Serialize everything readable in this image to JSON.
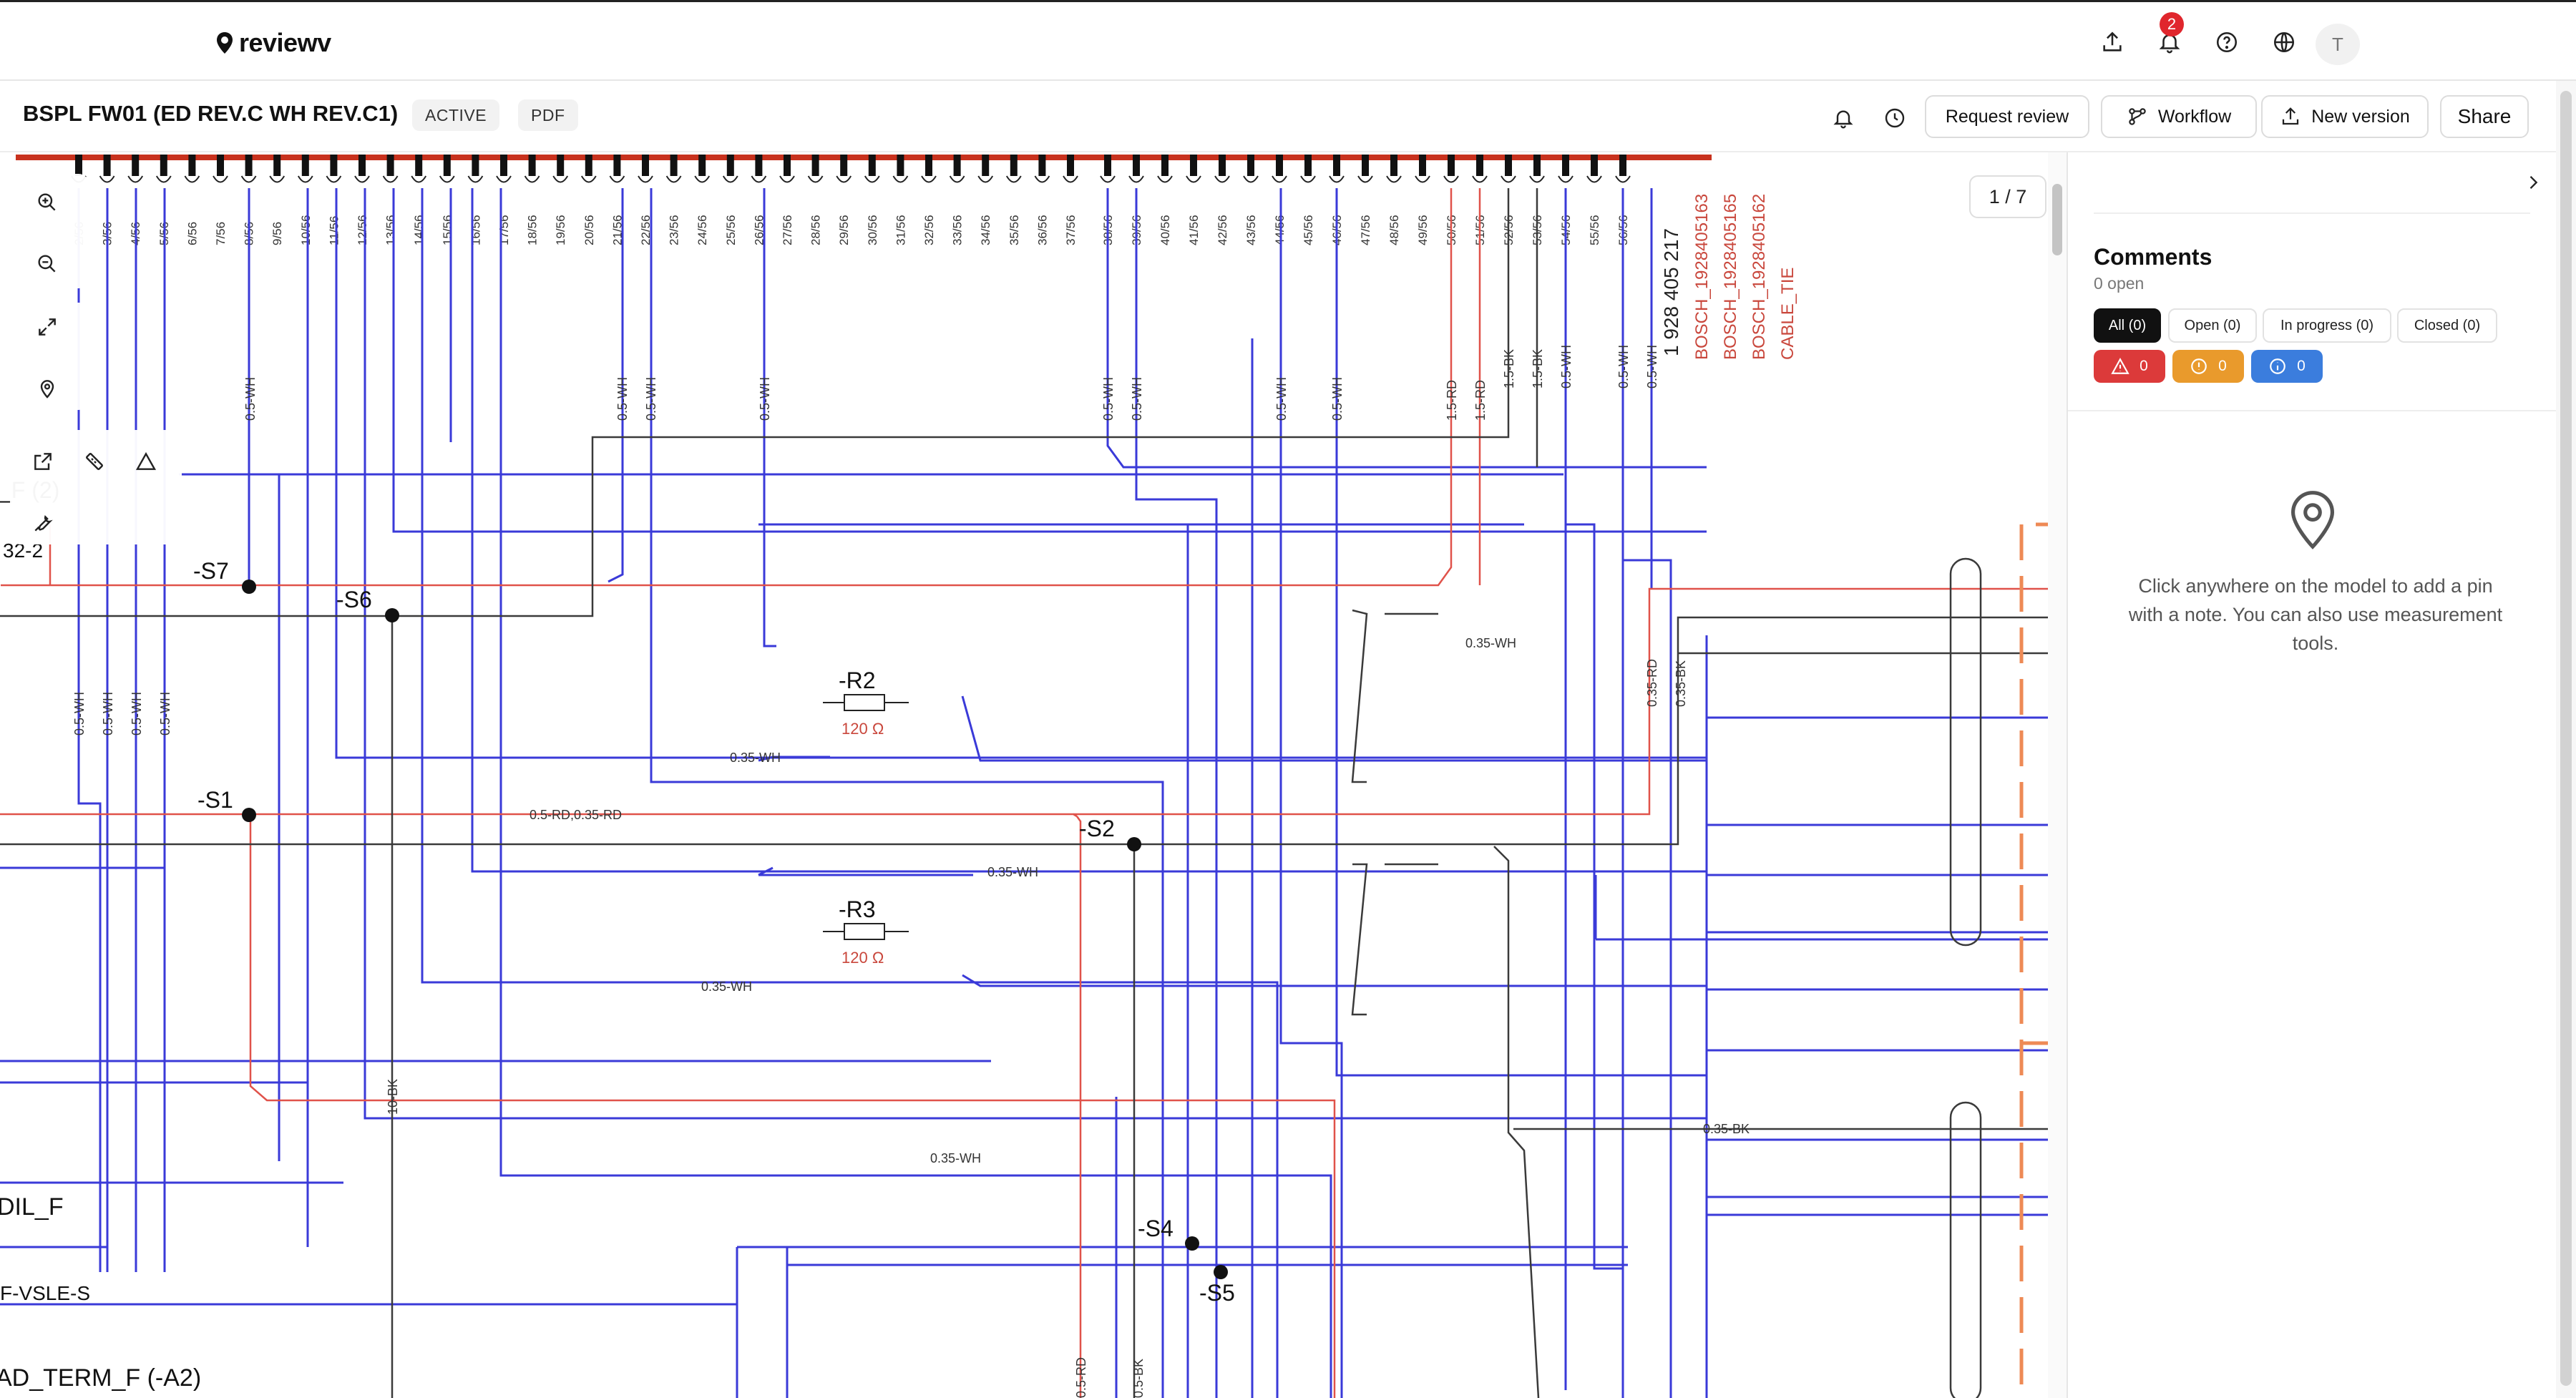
{
  "app": {
    "name": "reviewv",
    "notification_count": "2",
    "avatar_initial": "T"
  },
  "header_icons": [
    "upload-icon",
    "bell-icon",
    "help-icon",
    "globe-icon"
  ],
  "document": {
    "title": "BSPL FW01 (ED REV.C WH REV.C1)",
    "status": "ACTIVE",
    "format": "PDF",
    "actions": {
      "request_review": "Request review",
      "workflow": "Workflow",
      "new_version": "New version",
      "share": "Share"
    }
  },
  "viewer": {
    "page_indicator": "1 / 7",
    "tools": [
      "zoom-in-icon",
      "zoom-out-icon",
      "fit-screen-icon",
      "pin-icon",
      "open-external-icon",
      "measure-ruler-icon",
      "measure-area-icon",
      "wrench-icon"
    ]
  },
  "schematic": {
    "pins_left": [
      "2/56",
      "3/56",
      "4/56",
      "5/56",
      "6/56",
      "7/56",
      "8/56",
      "9/56",
      "10/56",
      "11/56",
      "12/56",
      "13/56",
      "14/56",
      "15/56",
      "16/56",
      "17/56",
      "18/56",
      "19/56",
      "20/56",
      "21/56",
      "22/56",
      "23/56",
      "24/56",
      "25/56",
      "26/56",
      "27/56",
      "28/56",
      "29/56",
      "30/56",
      "31/56",
      "32/56",
      "33/56",
      "34/56",
      "35/56",
      "36/56",
      "37/56"
    ],
    "pins_right": [
      "38/56",
      "39/56",
      "40/56",
      "41/56",
      "42/56",
      "43/56",
      "44/56",
      "45/56",
      "46/56",
      "47/56",
      "48/56",
      "49/56",
      "50/56",
      "51/56",
      "52/56",
      "53/56",
      "54/56",
      "55/56",
      "56/56"
    ],
    "connector_part": "1 928 405 217",
    "connector_refs": [
      "BOSCH_1928405163",
      "BOSCH_1928405165",
      "BOSCH_1928405162",
      "CABLE_TIE"
    ],
    "splices": [
      "-S7",
      "-S6",
      "-S1",
      "-S2",
      "-S4",
      "-S5"
    ],
    "resistors": [
      {
        "ref": "-R2",
        "value": "120 Ω"
      },
      {
        "ref": "-R3",
        "value": "120 Ω"
      }
    ],
    "wire_labels": {
      "wh05": "0.5-WH",
      "wh035": "0.35-WH",
      "rd15": "1.5-RD",
      "bk15": "1.5-BK",
      "rd035": "0.35-RD",
      "bk035": "0.35-BK",
      "rd05": "0.5-RD",
      "bk05": "0.5-BK",
      "bk10": "10-BK",
      "rd_mix": "0.5-RD,0.35-RD"
    },
    "left_labels": [
      "_F (2)",
      "32-2",
      "DIL_F",
      "F-VSLE-S",
      "AD_TERM_F (-A2)"
    ]
  },
  "comments": {
    "title": "Comments",
    "subtitle": "0 open",
    "filters": [
      "All (0)",
      "Open (0)",
      "In progress (0)",
      "Closed (0)"
    ],
    "severity": [
      {
        "icon": "alert-triangle-icon",
        "count": "0",
        "color": "#dc3a3a"
      },
      {
        "icon": "alert-circle-icon",
        "count": "0",
        "color": "#e99a2c"
      },
      {
        "icon": "info-icon",
        "count": "0",
        "color": "#3b7ddd"
      }
    ],
    "empty_text": "Click anywhere on the model to add a pin with a note. You can also use measurement tools."
  },
  "colors": {
    "wire_blue": "#3a3ad8",
    "wire_red": "#e0524a",
    "wire_black": "#3a3a3a",
    "harness_orange": "#ee8a55",
    "connector_red": "#c8321e"
  }
}
